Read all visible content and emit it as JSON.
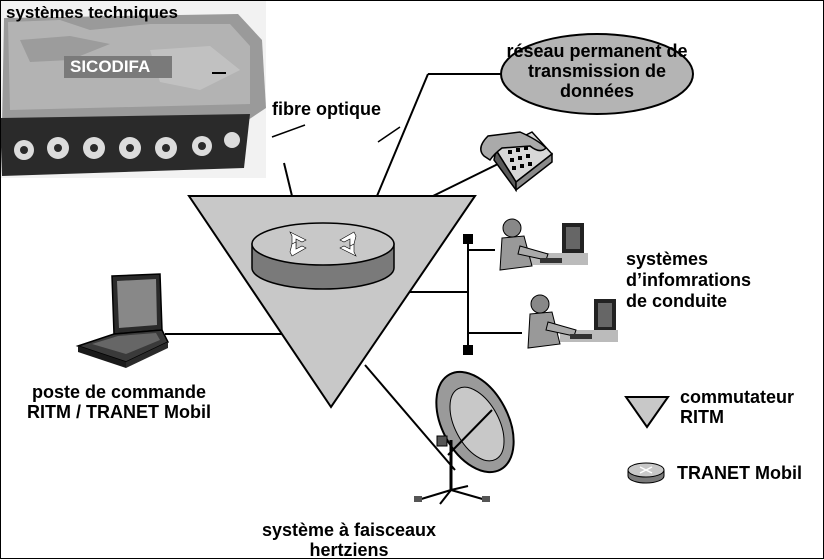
{
  "labels": {
    "vehicle_top": "systèmes techniques",
    "sicodifa": "SICODIFA",
    "fibre": "fibre optique",
    "network": [
      "réseau permanent de",
      "transmission de",
      "données"
    ],
    "info_systems": [
      "systèmes",
      "d’infomrations",
      "de conduite"
    ],
    "command_post": [
      "poste de commande",
      "RITM / TRANET Mobil"
    ],
    "radio_system": [
      "système à faisceaux",
      "hertziens"
    ]
  },
  "legend": {
    "switch_label": [
      "commutateur",
      "RITM"
    ],
    "router_label": "TRANET Mobil"
  },
  "colors": {
    "triangle_fill": "#c8c8c8",
    "ellipse_fill": "#b4b4b4",
    "router_top": "#c8c8c8",
    "router_side": "#7a7a7a"
  }
}
